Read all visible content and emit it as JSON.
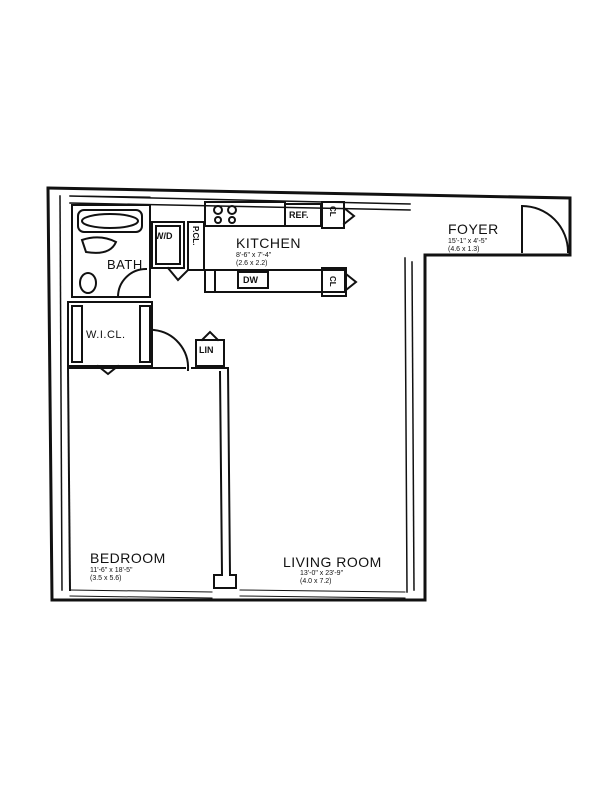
{
  "rooms": {
    "kitchen": {
      "name": "KITCHEN",
      "dims_ft": "8'-6\" x 7'-4\"",
      "dims_m": "(2.6 x 2.2)"
    },
    "foyer": {
      "name": "FOYER",
      "dims_ft": "15'-1\" x 4'-5\"",
      "dims_m": "(4.6 x 1.3)"
    },
    "bath": {
      "name": "BATH"
    },
    "wicl": {
      "name": "W.I.CL."
    },
    "bedroom": {
      "name": "BEDROOM",
      "dims_ft": "11'-6\" x 18'-5\"",
      "dims_m": "(3.5 x 5.6)"
    },
    "living": {
      "name": "LIVING ROOM",
      "dims_ft": "13'-0\" x 23'-9\"",
      "dims_m": "(4.0 x 7.2)"
    }
  },
  "fixtures": {
    "wd": "W/D",
    "pcl": "P.CL.",
    "ref": "REF.",
    "cl_top": "CL",
    "cl_bottom": "CL",
    "dw": "DW",
    "lin": "LIN"
  }
}
